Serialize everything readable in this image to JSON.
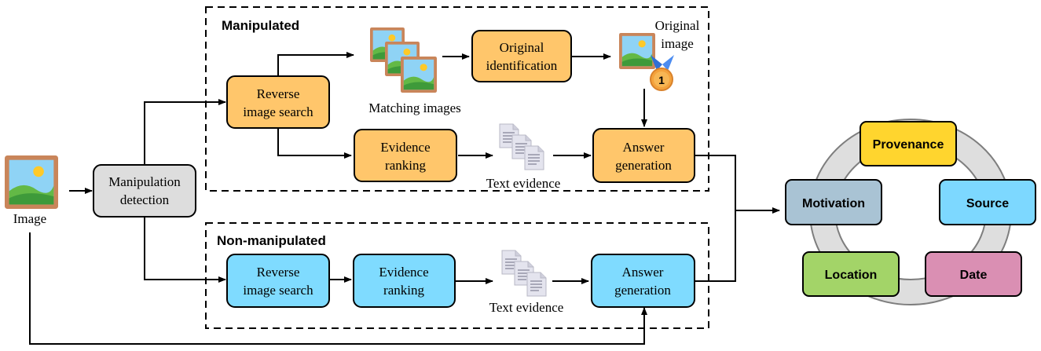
{
  "colors": {
    "orange_fill": "#FFC66B",
    "blue_fill": "#7FDBFF",
    "gray_fill": "#DDDDDD",
    "provenance": "#FFD52E",
    "source": "#7DD8FF",
    "motivation": "#A9C3D4",
    "location": "#A3D468",
    "date": "#DA8FB3",
    "ring": "#DEDEDE"
  },
  "input": {
    "label": "Image"
  },
  "detection": {
    "line1": "Manipulation",
    "line2": "detection"
  },
  "manipulated": {
    "title": "Manipulated",
    "reverse_search": {
      "line1": "Reverse",
      "line2": "image search"
    },
    "matching_label": "Matching images",
    "original_identification": {
      "line1": "Original",
      "line2": "identification"
    },
    "original_image_label": {
      "line1": "Original",
      "line2": "image"
    },
    "evidence_ranking": {
      "line1": "Evidence",
      "line2": "ranking"
    },
    "text_evidence_label": "Text evidence",
    "answer_generation": {
      "line1": "Answer",
      "line2": "generation"
    },
    "medal_number": "1"
  },
  "non_manipulated": {
    "title": "Non-manipulated",
    "reverse_search": {
      "line1": "Reverse",
      "line2": "image search"
    },
    "evidence_ranking": {
      "line1": "Evidence",
      "line2": "ranking"
    },
    "text_evidence_label": "Text evidence",
    "answer_generation": {
      "line1": "Answer",
      "line2": "generation"
    }
  },
  "cycle": {
    "provenance": "Provenance",
    "source": "Source",
    "motivation": "Motivation",
    "location": "Location",
    "date": "Date"
  }
}
